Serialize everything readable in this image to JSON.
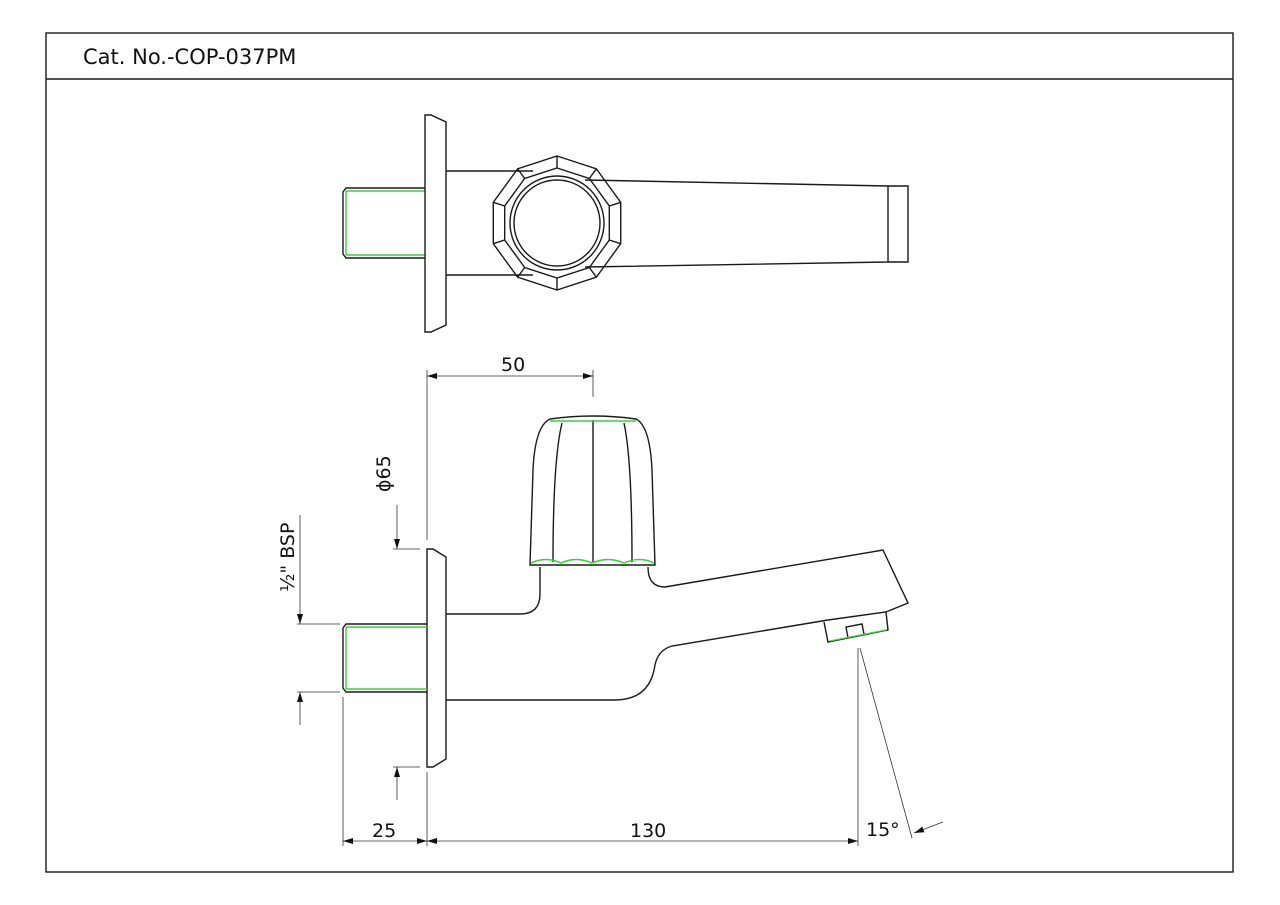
{
  "title": "Cat. No.-COP-037PM",
  "dimensions": {
    "handle_offset": "50",
    "knob_diameter": "ϕ65",
    "thread": "½\" BSP",
    "thread_length": "25",
    "spout_reach": "130",
    "spout_angle": "15°"
  },
  "colors": {
    "line": "#1a1a1a",
    "thread_highlight": "#3ccf3c"
  }
}
